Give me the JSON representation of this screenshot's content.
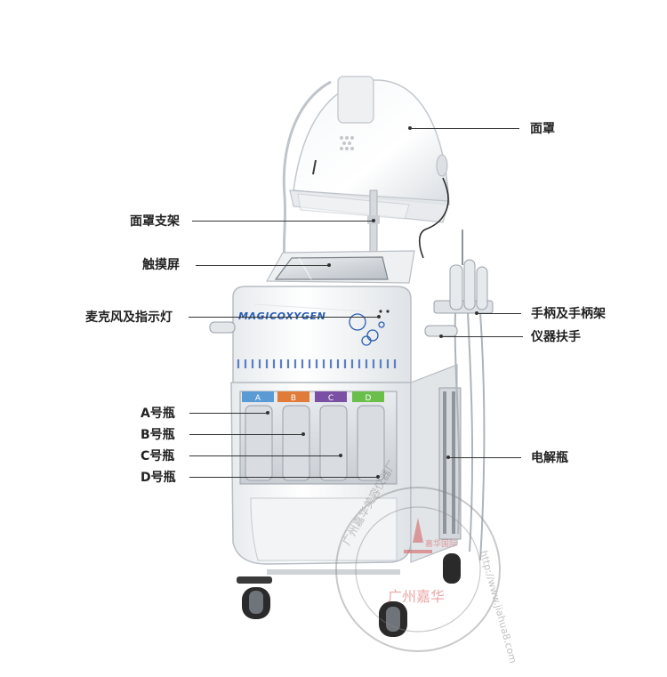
{
  "labels": {
    "mask": "面罩",
    "mask_stand": "面罩支架",
    "touchscreen": "触摸屏",
    "mic_indicator": "麦克风及指示灯",
    "handle_holder": "手柄及手柄架",
    "grip": "仪器扶手",
    "bottle_a": "A号瓶",
    "bottle_b": "B号瓶",
    "bottle_c": "C号瓶",
    "bottle_d": "D号瓶",
    "electrolysis": "电解瓶"
  },
  "brand": "MAGICOXYGEN",
  "bottle_tags": [
    "A",
    "B",
    "C",
    "D"
  ],
  "bottle_tag_colors": [
    "#5b9bd5",
    "#e07b39",
    "#7b4fa3",
    "#6abf4b"
  ],
  "accent_color": "#2b5fb3",
  "watermark": {
    "company": "广州嘉华美容仪器厂",
    "url": "http://www.jiahua8.com",
    "logo_text": "嘉华国际",
    "city": "广州嘉华"
  }
}
